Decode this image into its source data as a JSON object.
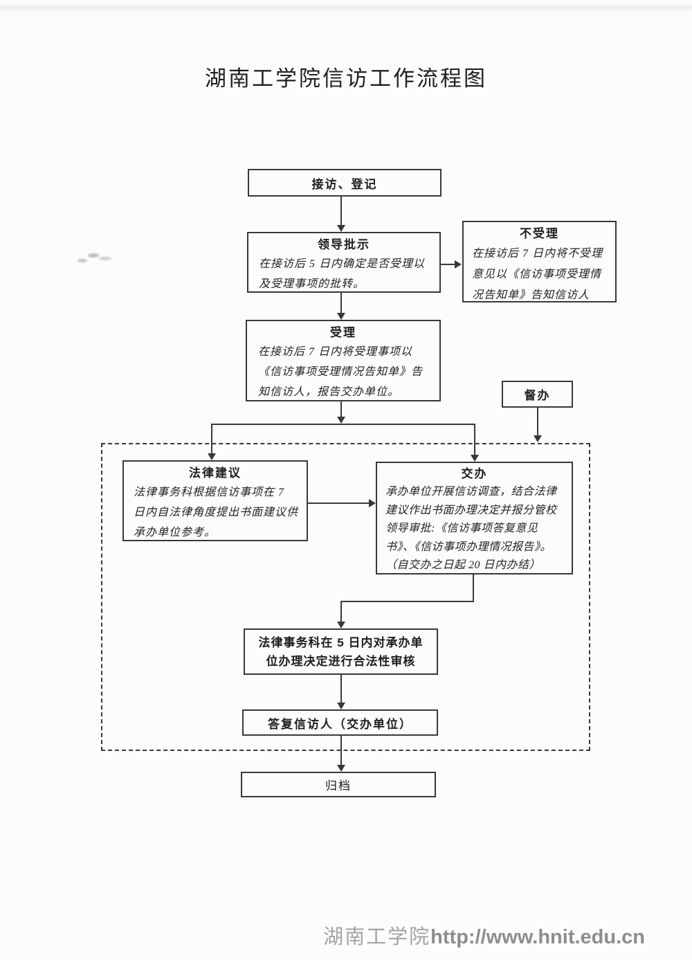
{
  "title": "湖南工学院信访工作流程图",
  "flowchart": {
    "nodes": {
      "reception": {
        "label": "接访、登记"
      },
      "leader": {
        "title": "领导批示",
        "body": "在接访后 5 日内确定是否受理以及受理事项的批转。"
      },
      "reject": {
        "title": "不受理",
        "body": "在接访后 7 日内将不受理意见以《信访事项受理情况告知单》告知信访人"
      },
      "accept": {
        "title": "受理",
        "body": "在接访后 7 日内将受理事项以《信访事项受理情况告知单》告知信访人，报告交办单位。"
      },
      "supervise": {
        "label": "督办"
      },
      "legal_advice": {
        "title": "法律建议",
        "body": "法律事务科根据信访事项在 7 日内自法律角度提出书面建议供承办单位参考。"
      },
      "assign": {
        "title": "交办",
        "body": "承办单位开展信访调查，结合法律建议作出书面办理决定并报分管校领导审批:《信访事项答复意见书》、《信访事项办理情况报告》。（自交办之日起 20 日内办结）"
      },
      "review": {
        "label": "法律事务科在 5 日内对承办单位办理决定进行合法性审核"
      },
      "reply": {
        "label": "答复信访人（交办单位）"
      },
      "archive": {
        "label": "归档"
      }
    }
  },
  "footer": {
    "site_name": "湖南工学院",
    "url": "http://www.hnit.edu.cn"
  },
  "colors": {
    "line": "#383838",
    "text": "#1c1c1c",
    "footer_gray": "#9a9a9a",
    "background": "#fcfcfc"
  }
}
